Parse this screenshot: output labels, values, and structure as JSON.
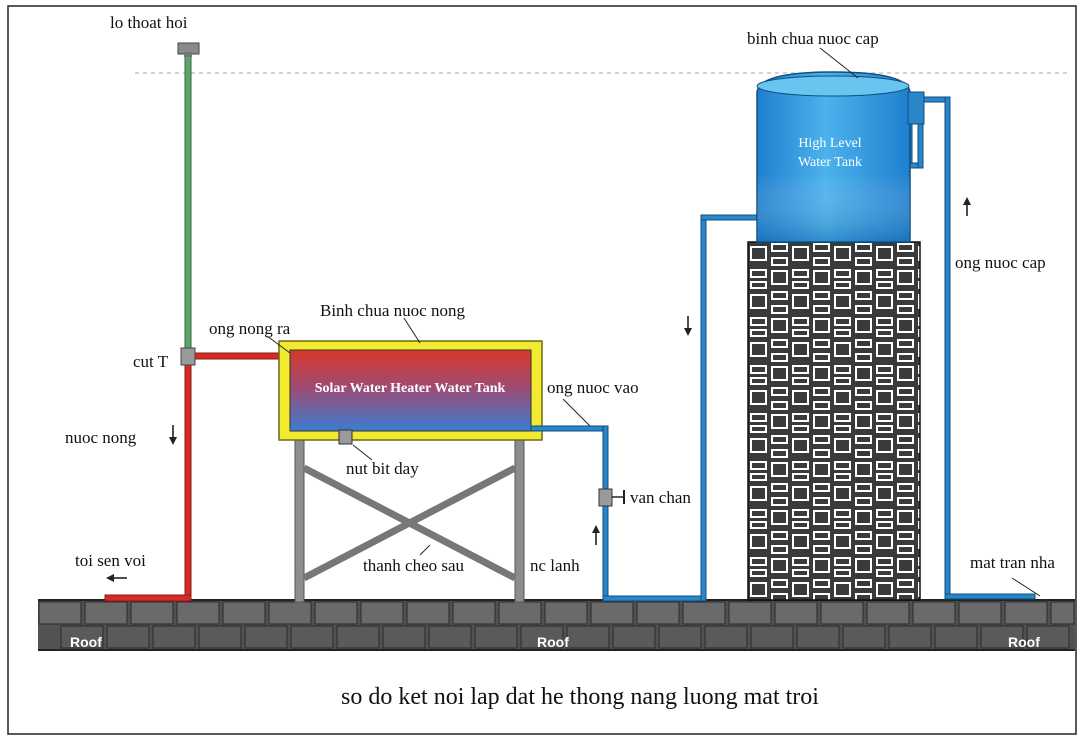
{
  "labels": {
    "vent": "lo thoat hoi",
    "tee": "cut T",
    "hot_water": "nuoc nong",
    "to_shower": "toi sen voi",
    "hot_out_pipe": "ong nong ra",
    "hot_tank": "Binh chua nuoc nong",
    "solar_tank": "Solar Water Heater Water Tank",
    "bottom_plug": "nut bit day",
    "brace": "thanh cheo sau",
    "cold_water": "nc lanh",
    "inlet_pipe": "ong nuoc vao",
    "valve": "van chan",
    "supply_tank": "binh chua nuoc cap",
    "high_tank_line1": "High Level",
    "high_tank_line2": "Water Tank",
    "supply_pipe": "ong nuoc cap",
    "ceiling": "mat tran nha",
    "roof": "Roof"
  },
  "caption": "so do ket noi lap dat he thong nang luong mat troi",
  "colors": {
    "hot_pipe": "#d42b26",
    "vent_pipe": "#5fa36a",
    "cold_pipe": "#2a86c8",
    "tank_frame": "#f2ea2e",
    "tower": "#3d3d3d",
    "roof": "#4a4a4a"
  }
}
